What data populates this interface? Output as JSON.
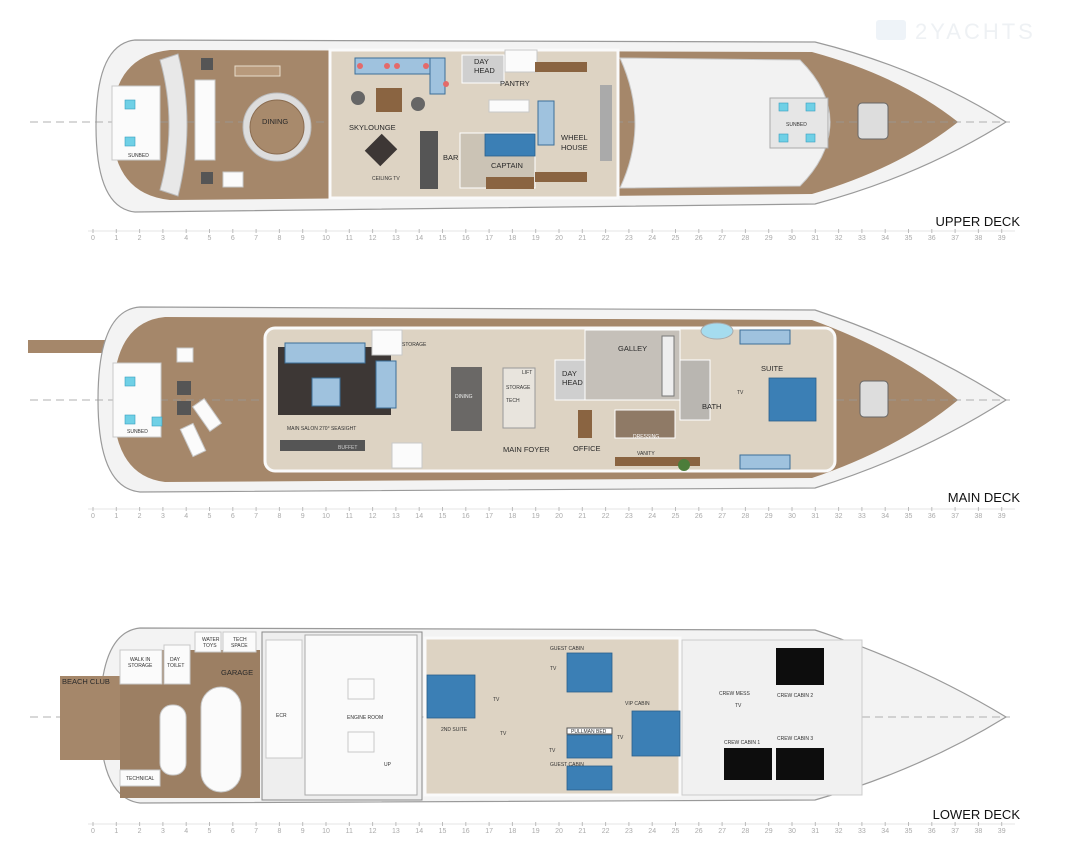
{
  "watermark": "2YACHTS",
  "ruler": {
    "labels": [
      "0",
      "1",
      "2",
      "3",
      "4",
      "5",
      "6",
      "7",
      "8",
      "9",
      "10",
      "11",
      "12",
      "13",
      "14",
      "15",
      "16",
      "17",
      "18",
      "19",
      "20",
      "21",
      "22",
      "23",
      "24",
      "25",
      "26",
      "27",
      "28",
      "29",
      "30",
      "31",
      "32",
      "33",
      "34",
      "35",
      "36",
      "37",
      "38",
      "39"
    ]
  },
  "upper_deck": {
    "title": "UPPER DECK",
    "rooms": {
      "sunbed_aft": "SUNBED",
      "dining": "DINING",
      "skylounge": "SKYLOUNGE",
      "day_head_1": "DAY",
      "day_head_2": "HEAD",
      "pantry": "PANTRY",
      "bar": "BAR",
      "captain": "CAPTAIN",
      "wheel_house_1": "WHEEL",
      "wheel_house_2": "HOUSE",
      "sunbed_fwd": "SUNBED",
      "ceiling_tv": "CEILING TV"
    }
  },
  "main_deck": {
    "title": "MAIN DECK",
    "rooms": {
      "sunbed": "SUNBED",
      "main_salon": "MAIN SALON 270° SEASIGHT",
      "storage_1": "STORAGE",
      "buffet": "BUFFET",
      "dining": "DINING",
      "storage_2": "STORAGE",
      "tech": "TECH",
      "lift": "LIFT",
      "day_head_1": "DAY",
      "day_head_2": "HEAD",
      "main_foyer": "MAIN FOYER",
      "office": "OFFICE",
      "galley": "GALLEY",
      "dressing": "DRESSING",
      "vanity": "VANITY",
      "bath": "BATH",
      "tv": "TV",
      "suite": "SUITE"
    }
  },
  "lower_deck": {
    "title": "LOWER DECK",
    "rooms": {
      "beach_club": "BEACH CLUB",
      "walk_in_1": "WALK IN",
      "walk_in_2": "STORAGE",
      "day_toilet_1": "DAY",
      "day_toilet_2": "TOILET",
      "water_toys_1": "WATER",
      "water_toys_2": "TOYS",
      "tech_space_1": "TECH",
      "tech_space_2": "SPACE",
      "garage": "GARAGE",
      "technical": "TECHNICAL",
      "ecr": "ECR",
      "engine_room": "ENGINE ROOM",
      "up": "UP",
      "second_suite": "2ND SUITE",
      "guest_cabin_1": "GUEST CABIN",
      "guest_cabin_2": "GUEST CABIN",
      "pullman_bed": "PULLMAN BED",
      "vip_cabin": "VIP CABIN",
      "tv_1": "TV",
      "tv_2": "TV",
      "tv_3": "TV",
      "tv_4": "TV",
      "tv_5": "TV",
      "crew_mess": "CREW MESS",
      "crew_tv": "TV",
      "crew_cabin_1": "CREW CABIN 1",
      "crew_cabin_2": "CREW CABIN 2",
      "crew_cabin_3": "CREW CABIN 3"
    }
  }
}
